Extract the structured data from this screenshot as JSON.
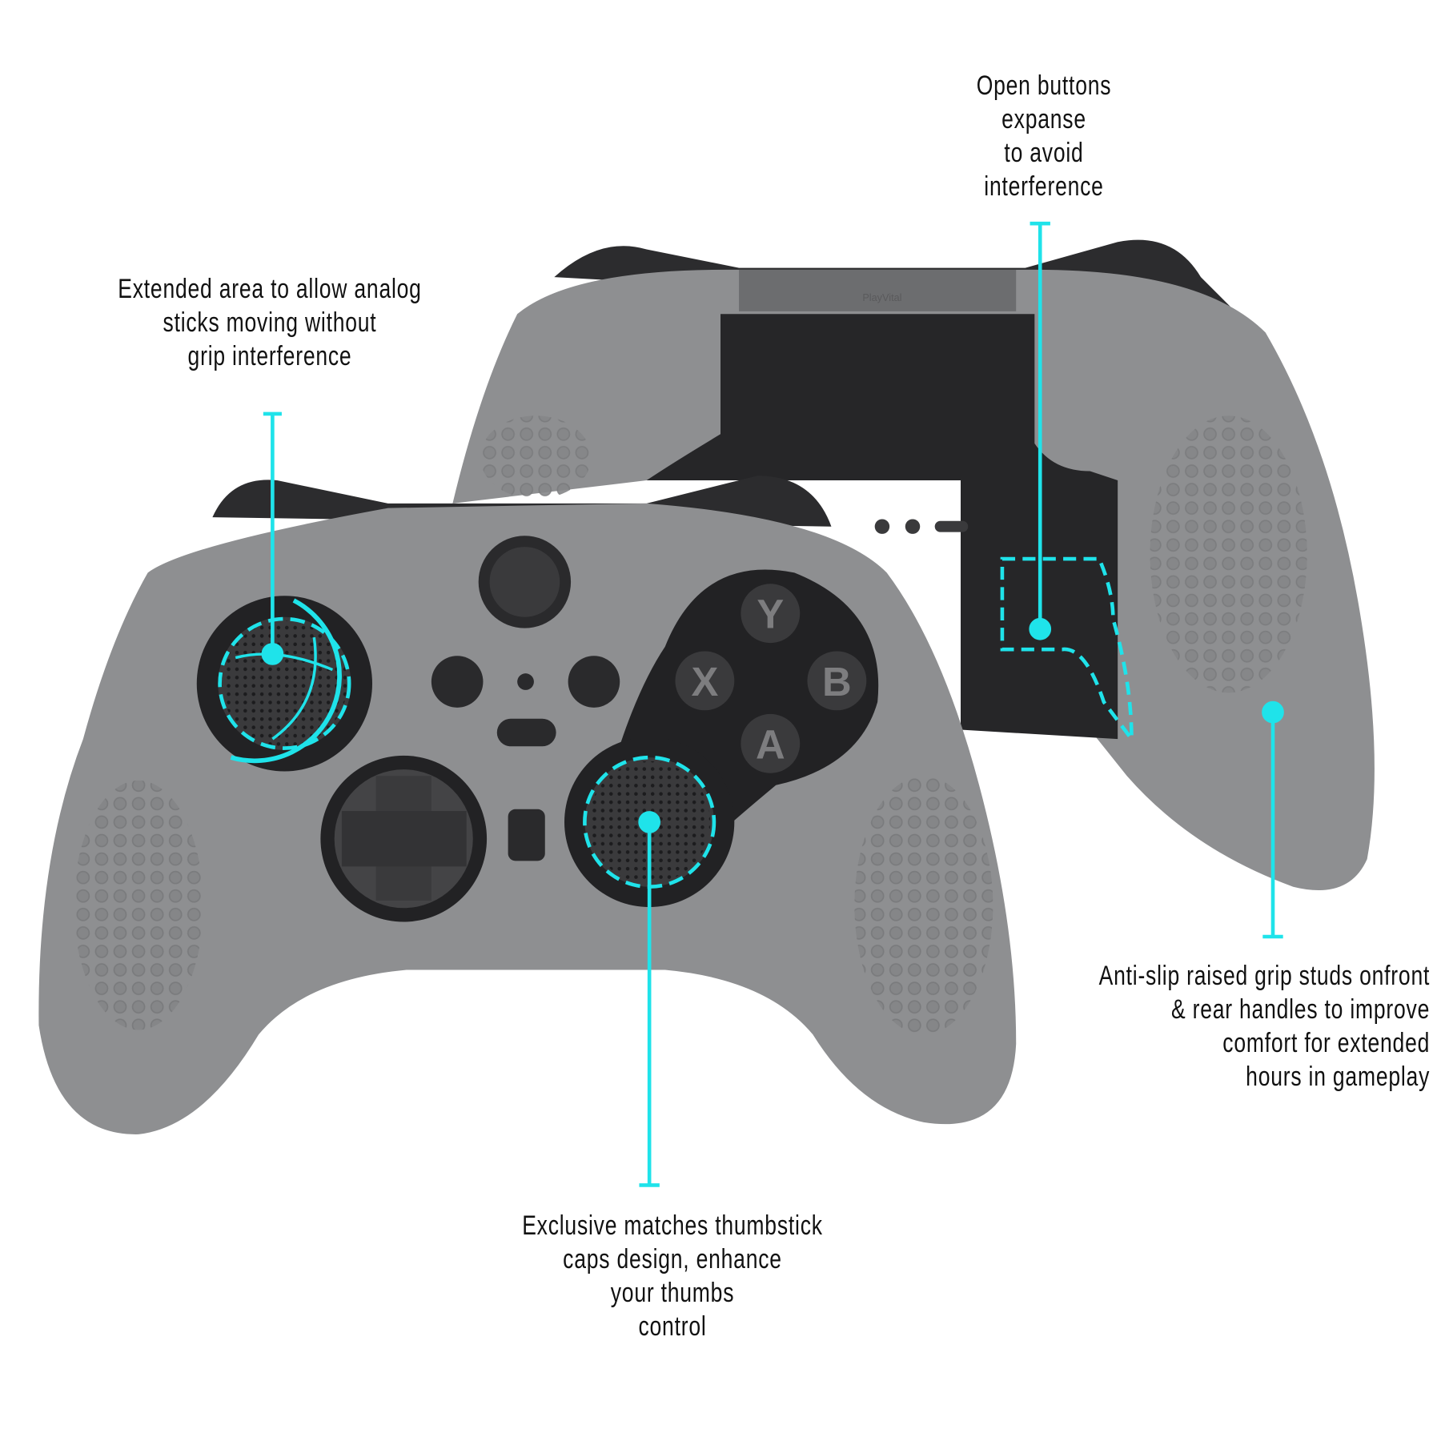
{
  "callouts": {
    "open_buttons": [
      "Open buttons",
      "expanse",
      "to avoid",
      "interference"
    ],
    "extended_area": [
      "Extended area to allow analog",
      "sticks moving without",
      "grip interference"
    ],
    "thumbstick_caps": [
      "Exclusive matches thumbstick",
      "caps design, enhance",
      "your thumbs",
      "control"
    ],
    "grip_studs": [
      "Anti-slip raised grip studs onfront",
      "& rear handles to improve",
      "comfort for extended",
      "hours in gameplay"
    ]
  },
  "controller": {
    "face_buttons": [
      "Y",
      "X",
      "B",
      "A"
    ],
    "brand": "PlayVital"
  },
  "colors": {
    "accent": "#1fe3ea",
    "skin": "#8d8e90",
    "dark": "#2a2a2c"
  }
}
